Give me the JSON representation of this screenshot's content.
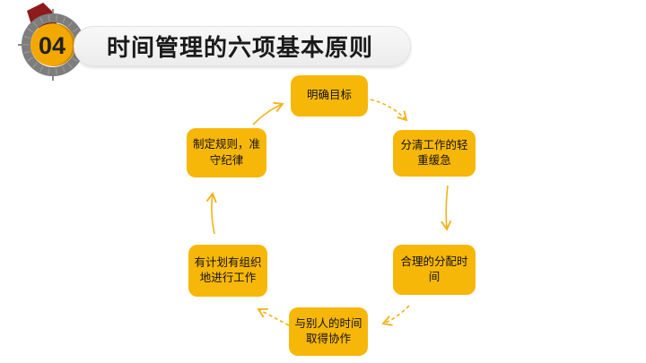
{
  "slide": {
    "badge": {
      "number": "04"
    },
    "title": "时间管理的六项基本原则",
    "diagram": {
      "type": "cycle",
      "direction": "clockwise",
      "steps": [
        {
          "label": "明确目标"
        },
        {
          "label": "分清工作的轻重缓急"
        },
        {
          "label": "合理的分配时间"
        },
        {
          "label": "与别人的时间取得协作"
        },
        {
          "label": "有计划有组织地进行工作"
        },
        {
          "label": "制定规则，准守纪律"
        }
      ]
    },
    "colors": {
      "step_box": "#F7B708",
      "arrow": "#F0B41A",
      "clock_ring": "#7D7D7D",
      "clock_face": "#F3A800",
      "clock_face_shadow": "#CC8A00",
      "ribbon": "#8E1A1A",
      "title_pill": "#F1F1F1",
      "text": "#1A1A1A"
    }
  }
}
